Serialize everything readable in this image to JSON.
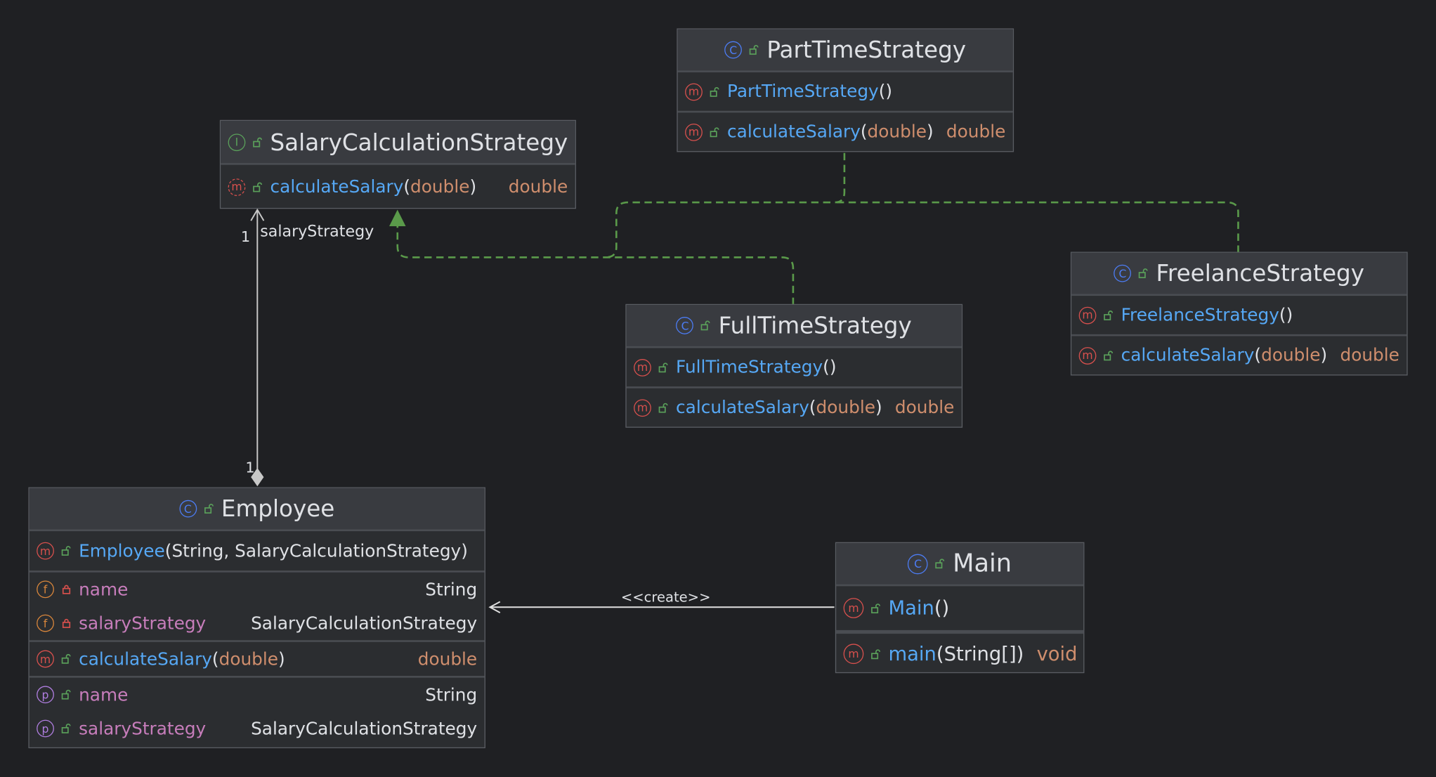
{
  "classes": {
    "salary_calc": {
      "name": "SalaryCalculationStrategy",
      "methods": [
        {
          "name": "calculateSalary",
          "paren_open": "(",
          "params": "double",
          "paren_close": ")",
          "returns": "double"
        }
      ]
    },
    "parttime": {
      "name": "PartTimeStrategy",
      "methods": [
        {
          "name": "PartTimeStrategy",
          "parens": "()"
        },
        {
          "name": "calculateSalary",
          "paren_open": "(",
          "params": "double",
          "paren_close": ")",
          "returns": "double"
        }
      ]
    },
    "fulltime": {
      "name": "FullTimeStrategy",
      "methods": [
        {
          "name": "FullTimeStrategy",
          "parens": "()"
        },
        {
          "name": "calculateSalary",
          "paren_open": "(",
          "params": "double",
          "paren_close": ")",
          "returns": "double"
        }
      ]
    },
    "freelance": {
      "name": "FreelanceStrategy",
      "methods": [
        {
          "name": "FreelanceStrategy",
          "parens": "()"
        },
        {
          "name": "calculateSalary",
          "paren_open": "(",
          "params": "double",
          "paren_close": ")",
          "returns": "double"
        }
      ]
    },
    "employee": {
      "name": "Employee",
      "constructor": {
        "name": "Employee",
        "params": "(String, SalaryCalculationStrategy)"
      },
      "fields": [
        {
          "name": "name",
          "type": "String"
        },
        {
          "name": "salaryStrategy",
          "type": "SalaryCalculationStrategy"
        }
      ],
      "method": {
        "name": "calculateSalary",
        "paren_open": "(",
        "params": "double",
        "paren_close": ")",
        "returns": "double"
      },
      "properties": [
        {
          "name": "name",
          "type": "String"
        },
        {
          "name": "salaryStrategy",
          "type": "SalaryCalculationStrategy"
        }
      ]
    },
    "main": {
      "name": "Main",
      "methods": [
        {
          "name": "Main",
          "parens": "()"
        },
        {
          "name": "main",
          "params": "(String[])",
          "returns": "void"
        }
      ]
    }
  },
  "icons": {
    "class": "C",
    "interface": "I",
    "method": "m",
    "field": "f",
    "property": "p"
  },
  "relations": {
    "association_label": "salaryStrategy",
    "mult_top": "1",
    "mult_bottom": "1",
    "create_label": "<<create>>"
  },
  "colors": {
    "background": "#1f2023",
    "realization_edge": "#5a9a4a",
    "association_edge": "#c8c8c8",
    "method_name": "#56a8f5",
    "type": "#cf8e6d",
    "field_name": "#c77dbb"
  }
}
